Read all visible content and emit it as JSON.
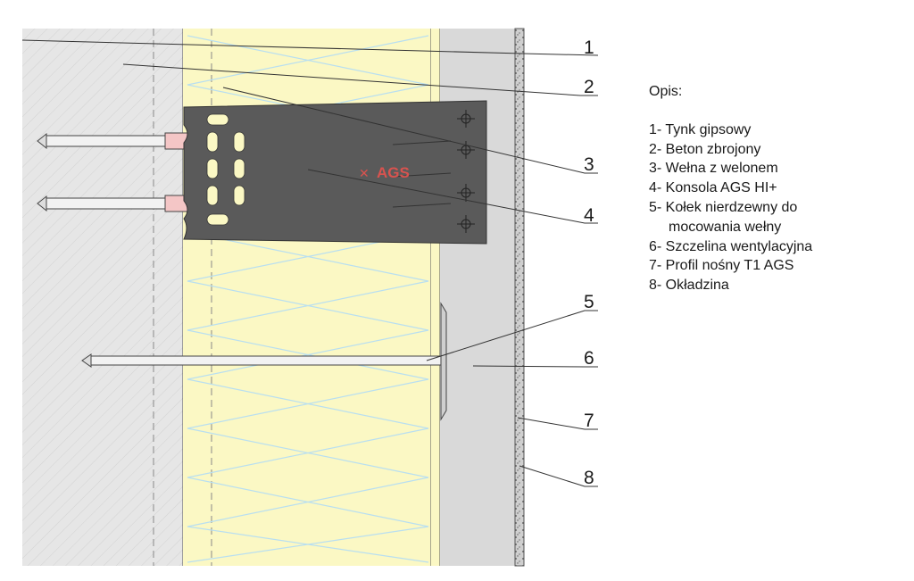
{
  "callouts": [
    "1",
    "2",
    "3",
    "4",
    "5",
    "6",
    "7",
    "8"
  ],
  "legend": {
    "title": "Opis:",
    "items": [
      {
        "line1": "1- Tynk gipsowy"
      },
      {
        "line1": "2- Beton zbrojony"
      },
      {
        "line1": "3- Wełna z welonem"
      },
      {
        "line1": "4- Konsola AGS HI+"
      },
      {
        "line1": "5- Kołek nierdzewny do",
        "line2": "mocowania wełny"
      },
      {
        "line1": "6- Szczelina wentylacyjna"
      },
      {
        "line1": "7- Profil nośny T1 AGS"
      },
      {
        "line1": "8- Okładzina"
      }
    ]
  },
  "bracket_logo": "AGS",
  "colors": {
    "plaster": "#e6e6e6",
    "concrete": "#e8e8e8",
    "insulation": "#fbf8c4",
    "insulation_waves": "#b9dff0",
    "bracket": "#5a5a5a",
    "air_gap": "#d9d9d9",
    "cladding": "#c8c8c8",
    "logo": "#d9534f"
  }
}
